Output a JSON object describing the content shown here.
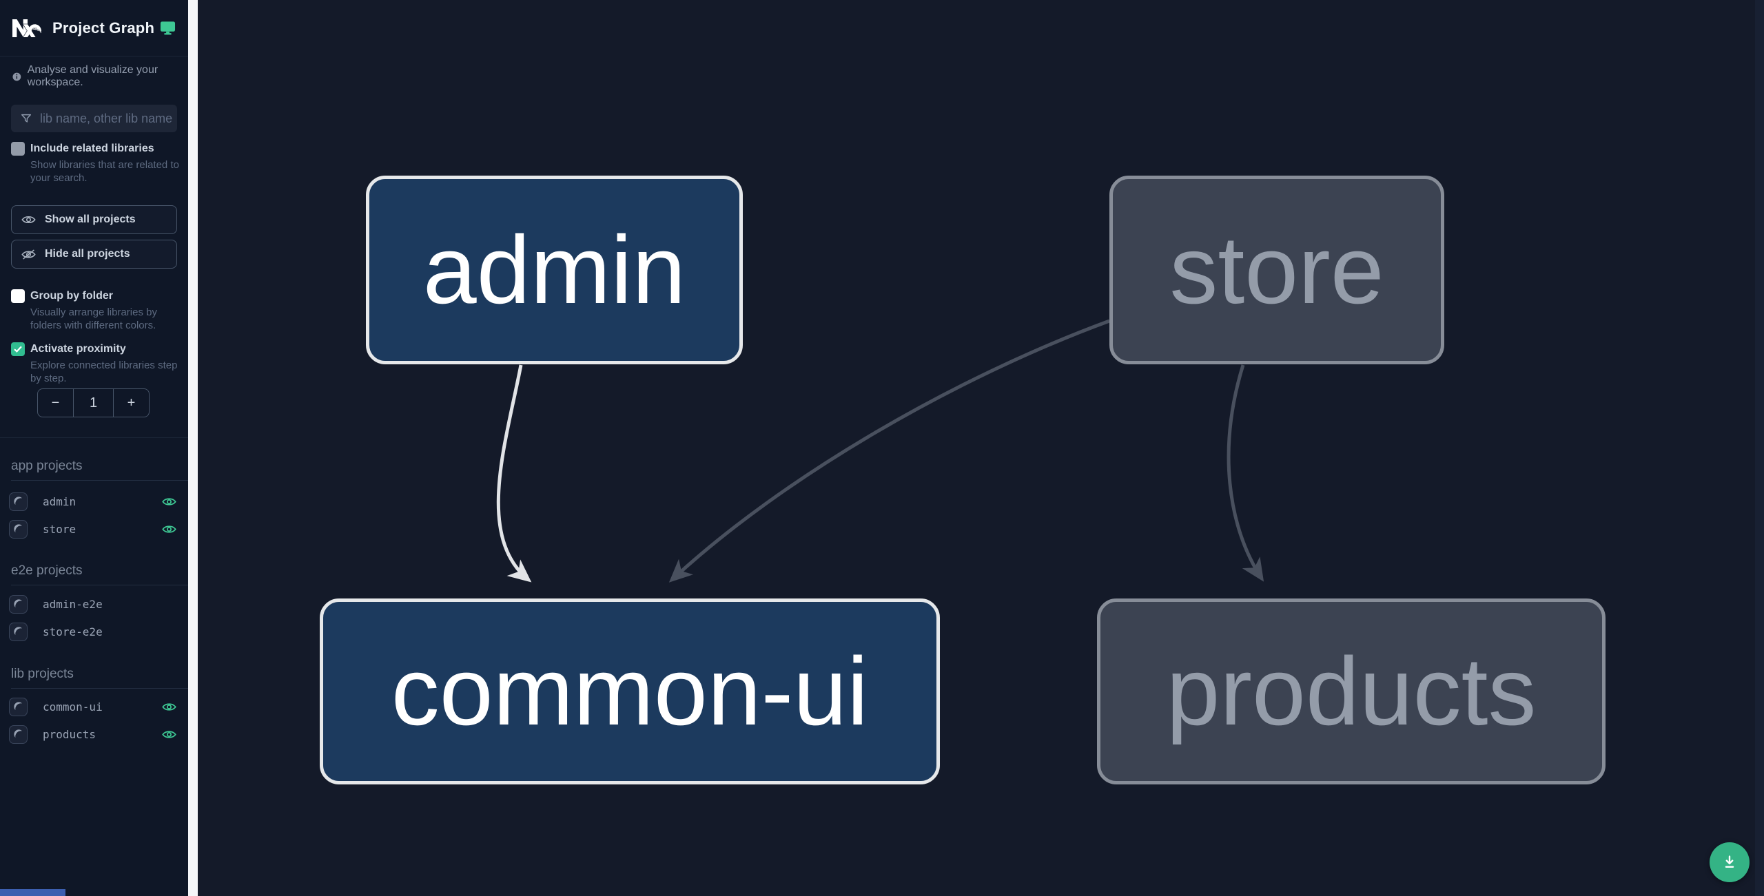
{
  "app": {
    "title": "Project Graph",
    "tagline": "Analyse and visualize your workspace."
  },
  "sidebar": {
    "search": {
      "placeholder": "lib name, other lib name"
    },
    "checkboxes": {
      "include_related": {
        "label": "Include related libraries",
        "description": "Show libraries that are related to your search.",
        "checked": false
      },
      "group_by_folder": {
        "label": "Group by folder",
        "description": "Visually arrange libraries by folders with different colors.",
        "checked": false
      },
      "activate_proximity": {
        "label": "Activate proximity",
        "description": "Explore connected libraries step by step.",
        "checked": true
      }
    },
    "buttons": {
      "show_all": "Show all projects",
      "hide_all": "Hide all projects"
    },
    "proximity_counter": {
      "decrement": "−",
      "value": "1",
      "increment": "+"
    },
    "sections": [
      {
        "heading": "app projects",
        "items": [
          {
            "name": "admin",
            "visible_eye": true
          },
          {
            "name": "store",
            "visible_eye": true
          }
        ]
      },
      {
        "heading": "e2e projects",
        "items": [
          {
            "name": "admin-e2e",
            "visible_eye": false
          },
          {
            "name": "store-e2e",
            "visible_eye": false
          }
        ]
      },
      {
        "heading": "lib projects",
        "items": [
          {
            "name": "common-ui",
            "visible_eye": true
          },
          {
            "name": "products",
            "visible_eye": true
          }
        ]
      }
    ]
  },
  "graph": {
    "nodes": [
      {
        "id": "admin",
        "label": "admin",
        "style": "focused"
      },
      {
        "id": "store",
        "label": "store",
        "style": "muted"
      },
      {
        "id": "common-ui",
        "label": "common-ui",
        "style": "focused"
      },
      {
        "id": "products",
        "label": "products",
        "style": "muted"
      }
    ],
    "edges": [
      {
        "source": "admin",
        "target": "common-ui",
        "style": "highlighted"
      },
      {
        "source": "store",
        "target": "common-ui",
        "style": "muted"
      },
      {
        "source": "store",
        "target": "products",
        "style": "muted"
      }
    ]
  },
  "colors": {
    "accent_green": "#3ec894",
    "checkbox_green": "#31bd90",
    "fab_green": "#34b385",
    "focused_node_fill": "#1c3a5e",
    "focused_node_border": "#e6e8ea",
    "muted_node_fill": "#3c4352",
    "muted_node_border": "#878d98",
    "highlighted_edge": "#e2e4e7",
    "muted_edge": "#49505e",
    "sidebar_bg": "#0f1727",
    "canvas_bg": "#141a29"
  }
}
